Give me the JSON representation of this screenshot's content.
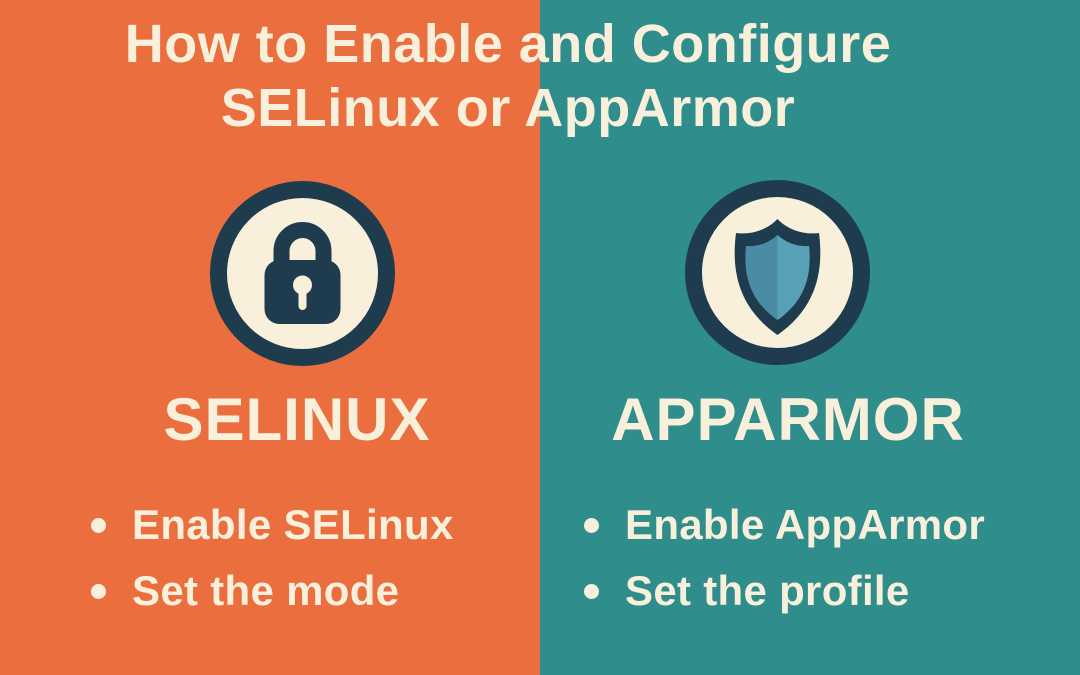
{
  "title": {
    "line1": "How to Enable and Configure",
    "line2": "SELinux or AppArmor"
  },
  "sections": {
    "selinux": {
      "heading": "SELINUX",
      "icon": "lock-icon",
      "bullets": [
        "Enable SELinux",
        "Set the mode"
      ]
    },
    "apparmor": {
      "heading": "APPARMOR",
      "icon": "shield-icon",
      "bullets": [
        "Enable AppArmor",
        "Set the profile"
      ]
    }
  },
  "colors": {
    "left_bg": "#EB6E3E",
    "right_bg": "#2F8D8B",
    "cream": "#F8F0DB",
    "navy": "#1E3C4E",
    "shield_left": "#4A8BA6",
    "shield_right": "#57A0B8"
  }
}
